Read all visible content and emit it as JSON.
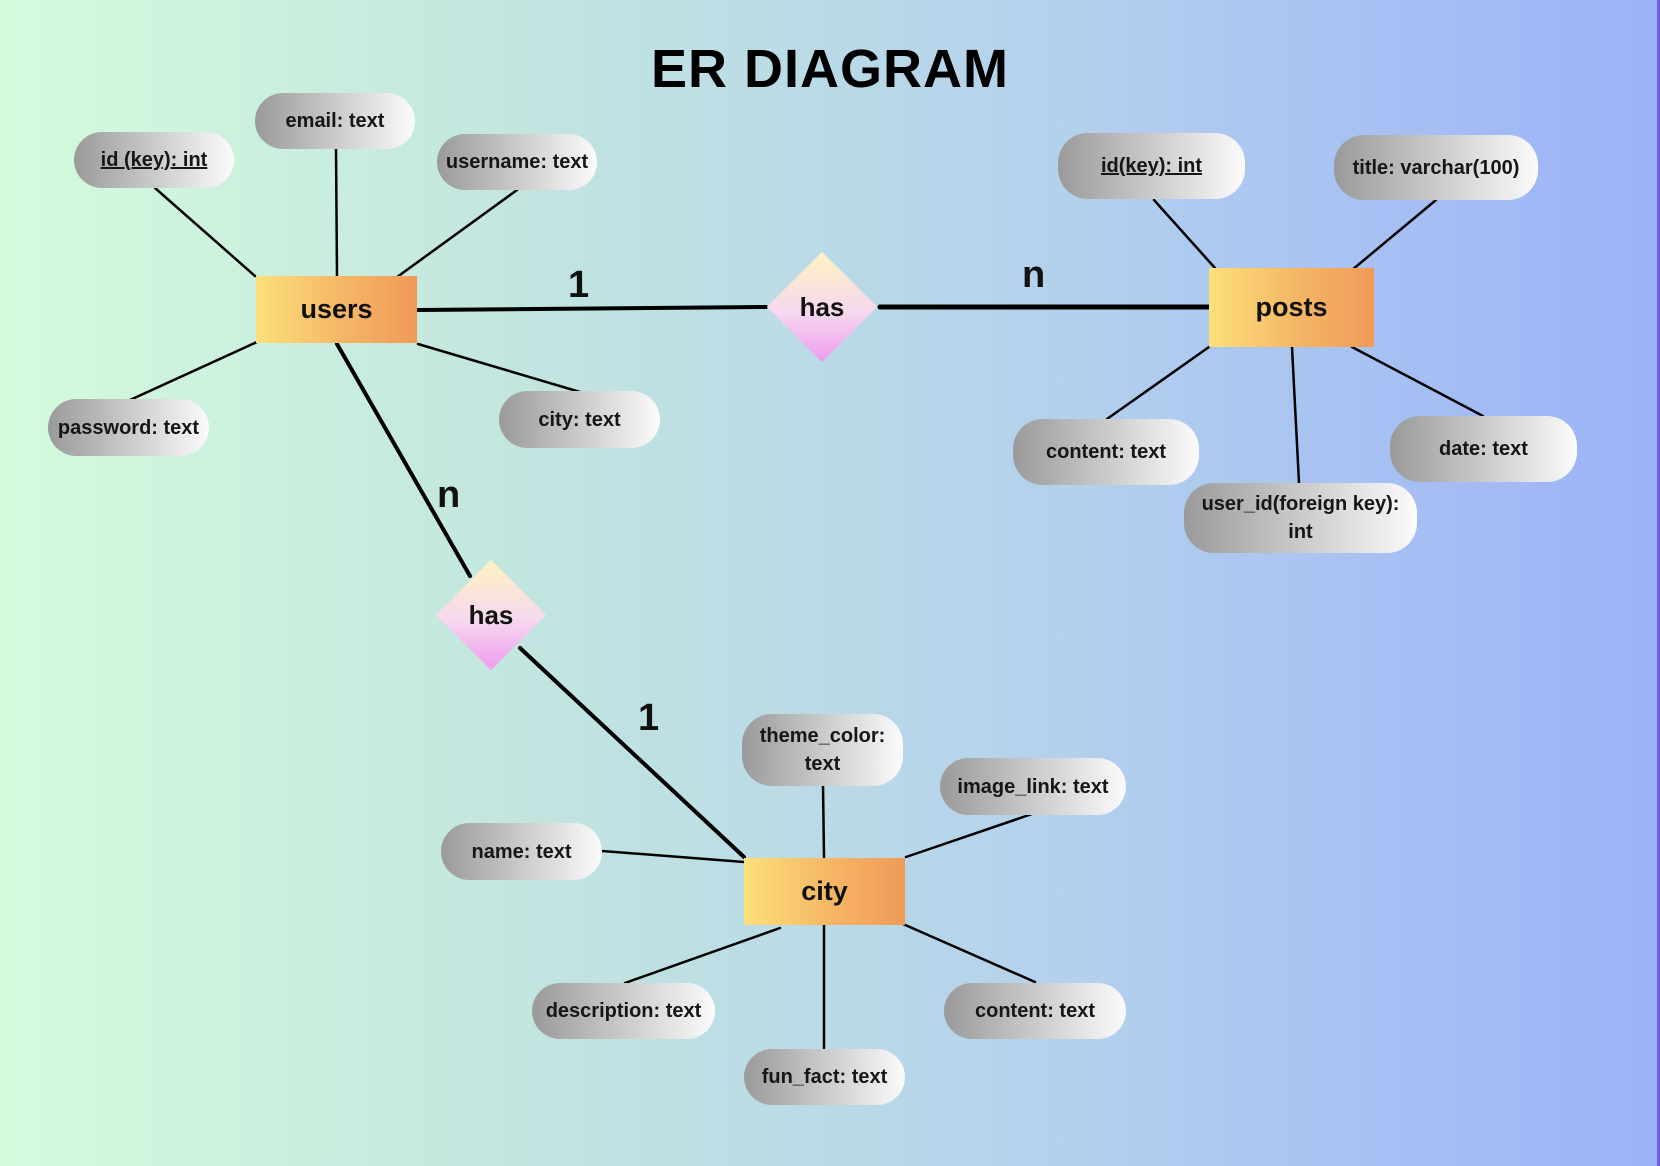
{
  "title": "ER DIAGRAM",
  "entities": {
    "users": "users",
    "posts": "posts",
    "city": "city"
  },
  "relationships": {
    "users_posts": "has",
    "users_city": "has"
  },
  "cardinalities": {
    "users_side_of_posts_rel": "1",
    "posts_side": "n",
    "users_side_of_city_rel": "n",
    "city_side": "1"
  },
  "users_attributes": {
    "id": "id (key): int",
    "email": "email: text",
    "username": "username: text",
    "password": "password: text",
    "city": "city: text"
  },
  "posts_attributes": {
    "id": "id(key): int",
    "title": "title: varchar(100)",
    "content": "content: text",
    "date": "date: text",
    "user_id": "user_id(foreign key): int"
  },
  "city_attributes": {
    "theme_color": "theme_color: text",
    "image_link": "image_link: text",
    "name": "name: text",
    "description": "description: text",
    "content": "content: text",
    "fun_fact": "fun_fact: text"
  }
}
